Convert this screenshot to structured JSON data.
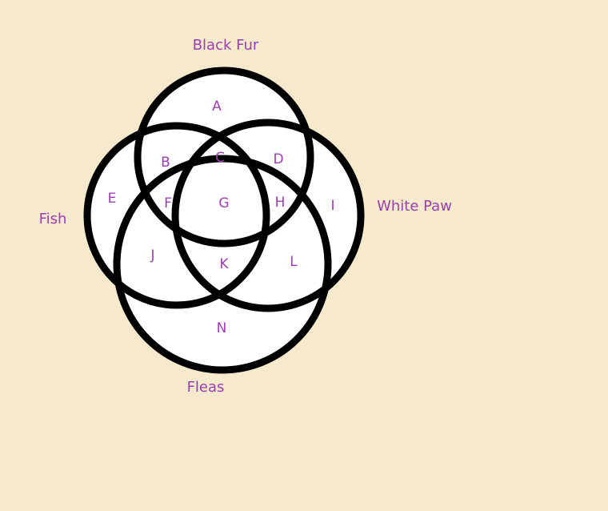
{
  "colors": {
    "background": "#f6e9cc",
    "label_text": "#9b3fb0",
    "circle_fill": "#ffffff",
    "circle_stroke": "#000000"
  },
  "sets": {
    "black_fur": "Black Fur",
    "fish": "Fish",
    "white_paw": "White Paw",
    "fleas": "Fleas"
  },
  "regions": {
    "a": "A",
    "b": "B",
    "c": "C",
    "d": "D",
    "e": "E",
    "f": "F",
    "g": "G",
    "h": "H",
    "i": "I",
    "j": "J",
    "k": "K",
    "l": "L",
    "n": "N"
  }
}
